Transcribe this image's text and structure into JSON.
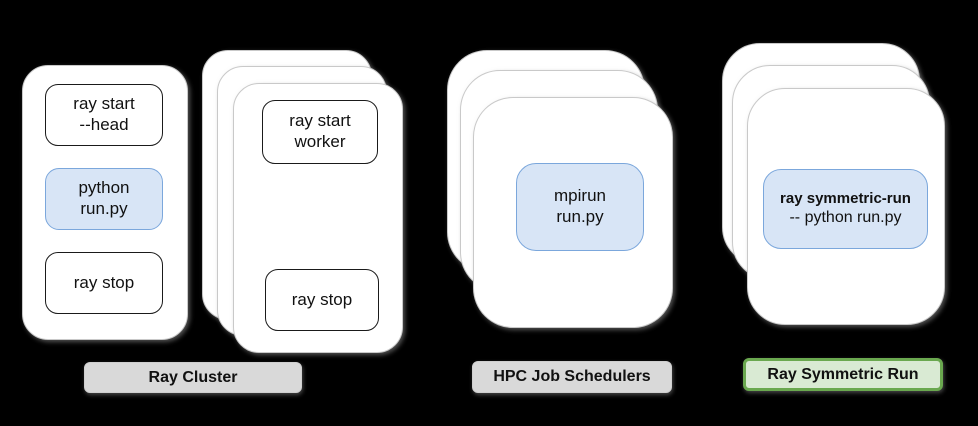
{
  "palette": {
    "background": "#000000",
    "card_fill": "#ffffff",
    "card_stroke": "#c9c9c9",
    "node_stroke": "#1a1a1a",
    "blue_fill": "#d8e5f6",
    "blue_stroke": "#7ba7dc",
    "gray_label_fill": "#d9d9d9",
    "green_label_fill": "#d9ead3",
    "green_label_stroke": "#6aa84f"
  },
  "head_node": {
    "start": {
      "line1": "ray start",
      "line2": "--head"
    },
    "run": {
      "line1": "python",
      "line2": "run.py"
    },
    "stop": {
      "line1": "ray stop"
    }
  },
  "worker_nodes": {
    "start": {
      "line1": "ray start",
      "line2": "worker"
    },
    "stop": {
      "line1": "ray stop"
    }
  },
  "hpc_nodes": {
    "run": {
      "line1": "mpirun",
      "line2": "run.py"
    }
  },
  "symmetric_nodes": {
    "run": {
      "line1": "ray symmetric-run",
      "line2": "-- python run.py"
    }
  },
  "labels": {
    "ray_cluster": "Ray Cluster",
    "hpc_job_schedulers": "HPC Job Schedulers",
    "ray_symmetric_run": "Ray Symmetric Run"
  }
}
